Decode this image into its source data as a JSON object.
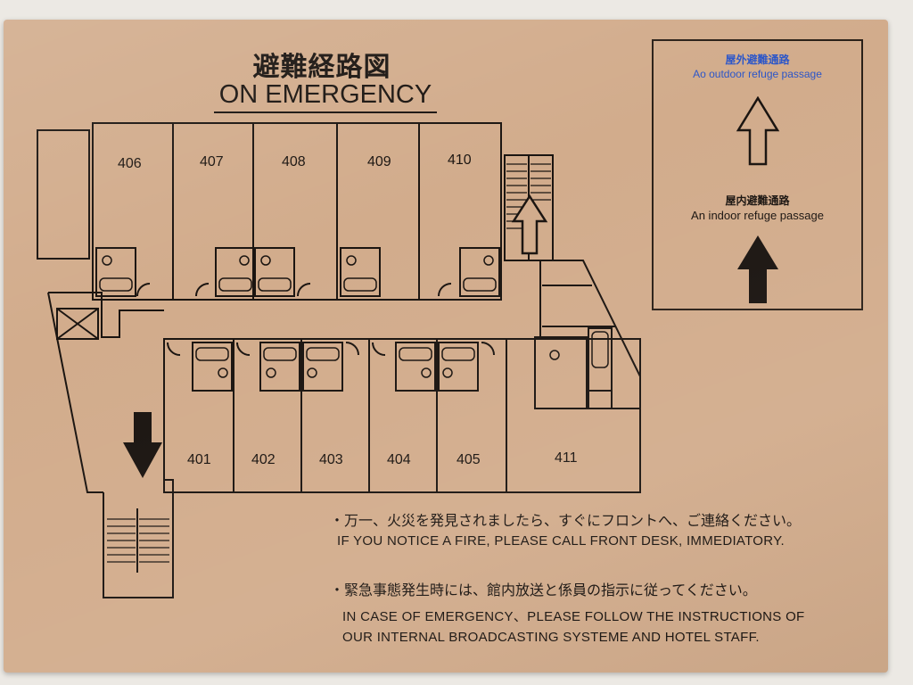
{
  "sign": {
    "title_jp": "避難経路図",
    "title_en": "ON EMERGENCY",
    "legend": {
      "outdoor_jp": "屋外避難通路",
      "outdoor_en": "Ao outdoor refuge passage",
      "indoor_jp": "屋内避難通路",
      "indoor_en": "An indoor refuge passage",
      "outdoor_icon": "outline-up-arrow-icon",
      "indoor_icon": "solid-up-arrow-icon"
    },
    "rooms_top": [
      "406",
      "407",
      "408",
      "409",
      "410"
    ],
    "rooms_bottom": [
      "401",
      "402",
      "403",
      "404",
      "405",
      "411"
    ],
    "notice_fire_jp": "・万一、火災を発見されましたら、すぐにフロントへ、ご連絡ください。",
    "notice_fire_en": "IF YOU NOTICE A FIRE, PLEASE CALL FRONT DESK, IMMEDIATORY.",
    "notice_emergency_jp": "・緊急事態発生時には、館内放送と係員の指示に従ってください。",
    "notice_emergency_en_line1": "IN CASE OF EMERGENCY、PLEASE FOLLOW THE INSTRUCTIONS OF",
    "notice_emergency_en_line2": "OUR INTERNAL BROADCASTING SYSTEME AND HOTEL STAFF."
  },
  "colors": {
    "plate": "#d2ac8c",
    "ink": "#1a1410",
    "legend_blue": "#2b55c8"
  }
}
